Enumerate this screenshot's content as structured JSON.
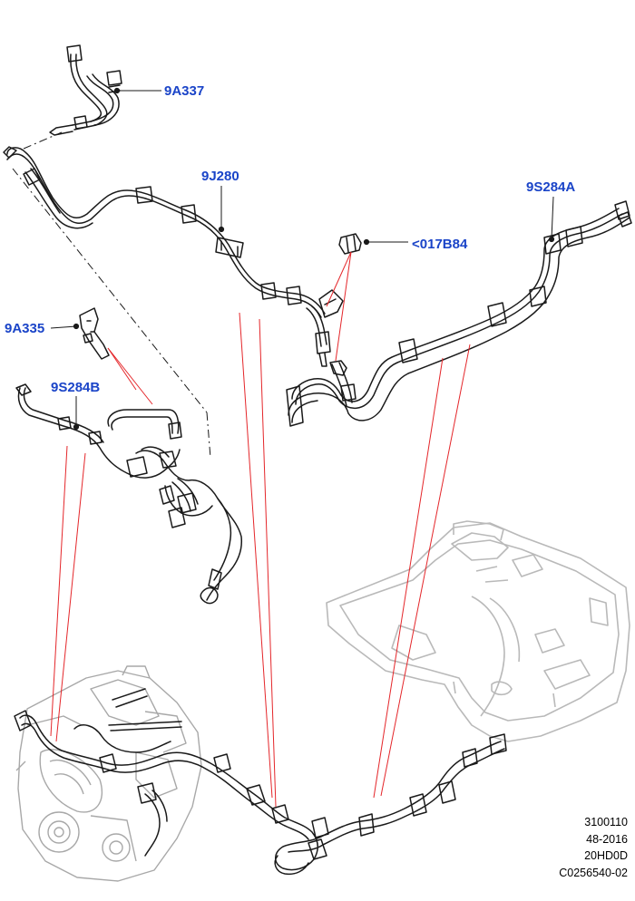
{
  "callouts": {
    "c1": "9A337",
    "c2": "9J280",
    "c3": "9S284A",
    "c4": "<017B84",
    "c5": "9A335",
    "c6": "9S284B"
  },
  "footer": {
    "line1": "3100110",
    "line2": "48-2016",
    "line3": "20HD0D",
    "line4": "C0256540-02"
  },
  "colors": {
    "callout_text": "#1a44c8",
    "leader_red": "#e4262a",
    "line_dark": "#1a1a1a",
    "line_light": "#b9b9b9"
  }
}
